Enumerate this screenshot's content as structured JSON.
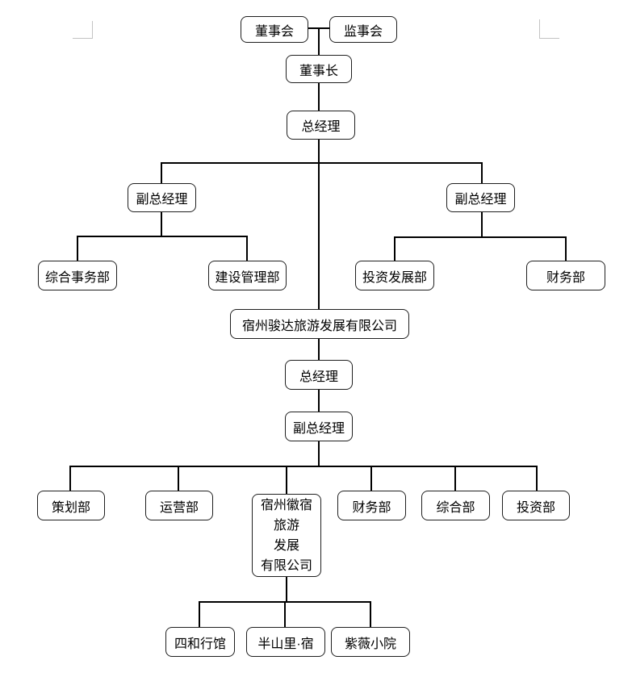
{
  "page": {
    "background": "#ffffff"
  },
  "diagram": {
    "type": "org-chart",
    "colors": {
      "box_fill": "#ffffff",
      "box_border": "#1f1f1f",
      "connector": "#000000",
      "crop_mark": "#c3c3c3",
      "text": "#000000"
    },
    "nodes": [
      {
        "id": "board",
        "label": "董事会"
      },
      {
        "id": "supervisory-board",
        "label": "监事会"
      },
      {
        "id": "chairman",
        "label": "董事长"
      },
      {
        "id": "general-manager",
        "label": "总经理"
      },
      {
        "id": "deputy-gm-left",
        "label": "副总经理"
      },
      {
        "id": "deputy-gm-right",
        "label": "副总经理"
      },
      {
        "id": "general-affairs-dept",
        "label": "综合事务部"
      },
      {
        "id": "construction-mgmt-dept",
        "label": "建设管理部"
      },
      {
        "id": "investment-dev-dept",
        "label": "投资发展部"
      },
      {
        "id": "finance-dept",
        "label": "财务部"
      },
      {
        "id": "junda-company",
        "label": "宿州骏达旅游发展有限公司"
      },
      {
        "id": "junda-general-manager",
        "label": "总经理"
      },
      {
        "id": "junda-deputy-gm",
        "label": "副总经理"
      },
      {
        "id": "planning-dept",
        "label": "策划部"
      },
      {
        "id": "operations-dept",
        "label": "运营部"
      },
      {
        "id": "huisu-company",
        "label": "宿州徽宿\n旅游\n发展\n有限公司"
      },
      {
        "id": "huisu-finance-dept",
        "label": "财务部"
      },
      {
        "id": "huisu-general-dept",
        "label": "综合部"
      },
      {
        "id": "huisu-investment-dept",
        "label": "投资部"
      },
      {
        "id": "sihe-guesthouse",
        "label": "四和行馆"
      },
      {
        "id": "banshanli-su",
        "label": "半山里·宿"
      },
      {
        "id": "ziwei-courtyard",
        "label": "紫薇小院"
      }
    ],
    "edges": [
      {
        "from": "board",
        "to": "supervisory-board",
        "type": "lateral"
      },
      {
        "from": "board",
        "to": "chairman"
      },
      {
        "from": "chairman",
        "to": "general-manager"
      },
      {
        "from": "general-manager",
        "to": "deputy-gm-left"
      },
      {
        "from": "general-manager",
        "to": "deputy-gm-right"
      },
      {
        "from": "general-manager",
        "to": "junda-company"
      },
      {
        "from": "deputy-gm-left",
        "to": "general-affairs-dept"
      },
      {
        "from": "deputy-gm-left",
        "to": "construction-mgmt-dept"
      },
      {
        "from": "deputy-gm-right",
        "to": "investment-dev-dept"
      },
      {
        "from": "deputy-gm-right",
        "to": "finance-dept"
      },
      {
        "from": "junda-company",
        "to": "junda-general-manager"
      },
      {
        "from": "junda-general-manager",
        "to": "junda-deputy-gm"
      },
      {
        "from": "junda-deputy-gm",
        "to": "planning-dept"
      },
      {
        "from": "junda-deputy-gm",
        "to": "operations-dept"
      },
      {
        "from": "junda-deputy-gm",
        "to": "huisu-company"
      },
      {
        "from": "junda-deputy-gm",
        "to": "huisu-finance-dept"
      },
      {
        "from": "junda-deputy-gm",
        "to": "huisu-general-dept"
      },
      {
        "from": "junda-deputy-gm",
        "to": "huisu-investment-dept"
      },
      {
        "from": "huisu-company",
        "to": "sihe-guesthouse"
      },
      {
        "from": "huisu-company",
        "to": "banshanli-su"
      },
      {
        "from": "huisu-company",
        "to": "ziwei-courtyard"
      }
    ]
  }
}
